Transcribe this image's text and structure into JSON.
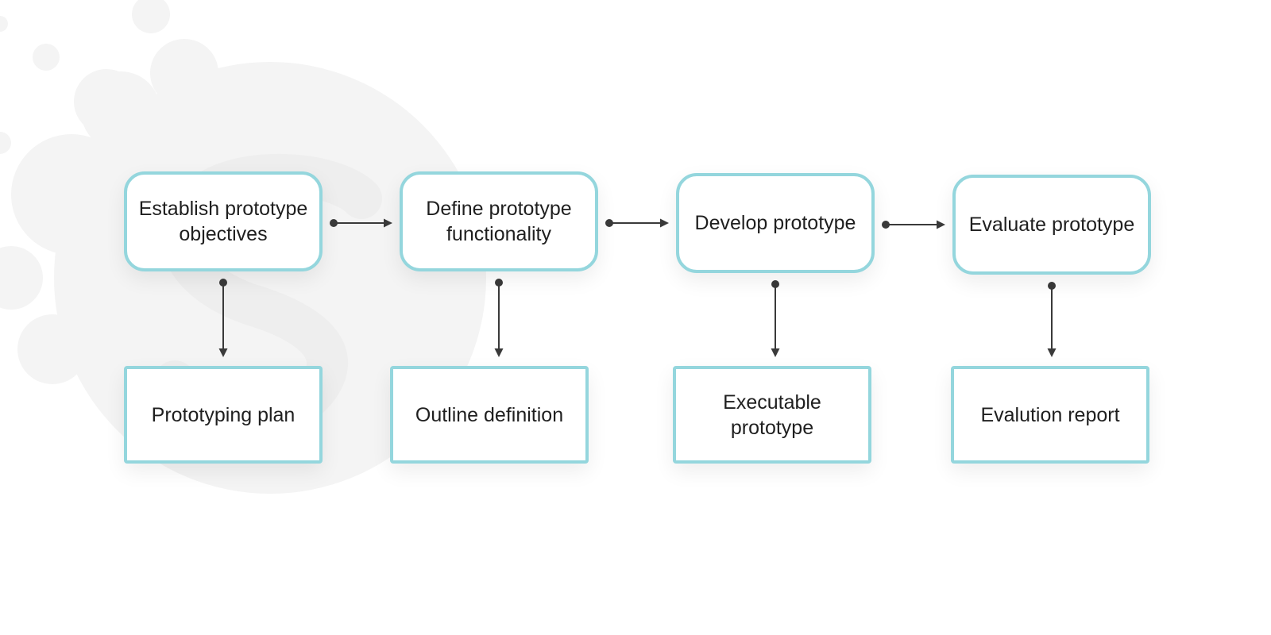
{
  "colors": {
    "box_border": "#94d6dd",
    "connector": "#3a3a3a",
    "watermark": "#f4f4f4"
  },
  "steps": [
    {
      "label": "Establish prototype objectives"
    },
    {
      "label": "Define prototype functionality"
    },
    {
      "label": "Develop prototype"
    },
    {
      "label": "Evaluate prototype"
    }
  ],
  "outputs": [
    {
      "label": "Prototyping plan"
    },
    {
      "label": "Outline definition"
    },
    {
      "label": "Executable prototype"
    },
    {
      "label": "Evalution report"
    }
  ],
  "connectors": [
    {
      "from": "step-1",
      "to": "step-2"
    },
    {
      "from": "step-2",
      "to": "step-3"
    },
    {
      "from": "step-3",
      "to": "step-4"
    },
    {
      "from": "step-1",
      "to": "output-1"
    },
    {
      "from": "step-2",
      "to": "output-2"
    },
    {
      "from": "step-3",
      "to": "output-3"
    },
    {
      "from": "step-4",
      "to": "output-4"
    }
  ]
}
